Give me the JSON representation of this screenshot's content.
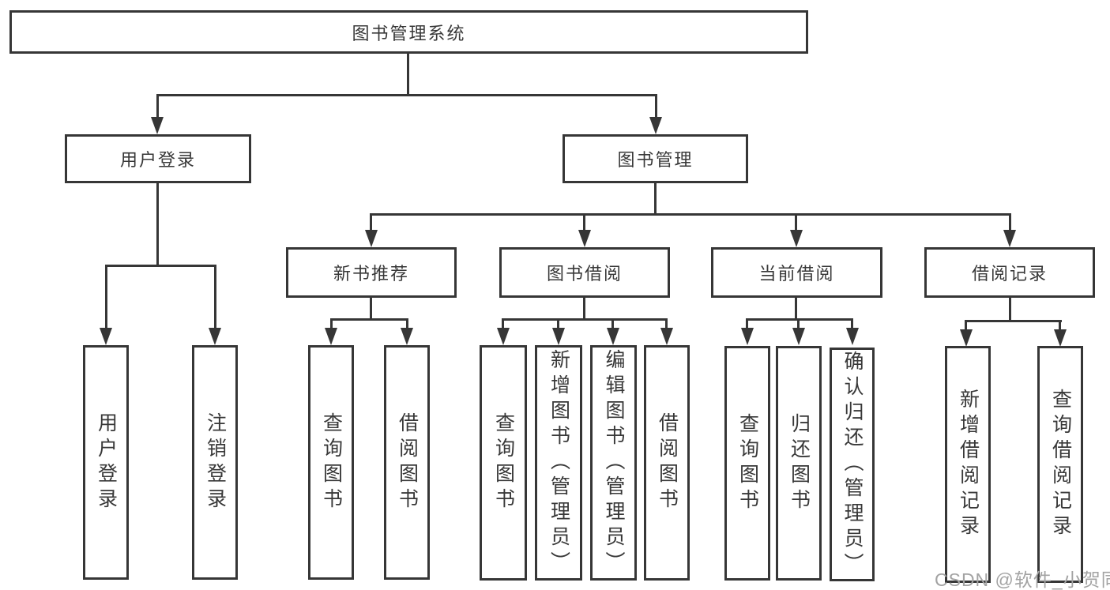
{
  "diagram": {
    "root": {
      "label": "图书管理系统"
    },
    "level2": {
      "user_login": {
        "label": "用户登录"
      },
      "book_management": {
        "label": "图书管理"
      }
    },
    "level3": {
      "new_book_recommend": {
        "label": "新书推荐"
      },
      "book_borrow": {
        "label": "图书借阅"
      },
      "current_borrow": {
        "label": "当前借阅"
      },
      "borrow_records": {
        "label": "借阅记录"
      }
    },
    "leaves": {
      "user_login": [
        "用户登录",
        "注销登录"
      ],
      "new_book_recommend": [
        "查询图书",
        "借阅图书"
      ],
      "book_borrow": [
        "查询图书",
        "新增图书（管理员）",
        "编辑图书（管理员）",
        "借阅图书"
      ],
      "current_borrow": [
        "查询图书",
        "归还图书",
        "确认归还（管理员）"
      ],
      "borrow_records": [
        "新增借阅记录",
        "查询借阅记录"
      ]
    }
  },
  "watermark": {
    "text": "CSDN @软件_小贺同学"
  },
  "colors": {
    "line": "#363636",
    "text": "#383838",
    "watermark": "#a3a3a3",
    "background": "#ffffff"
  }
}
